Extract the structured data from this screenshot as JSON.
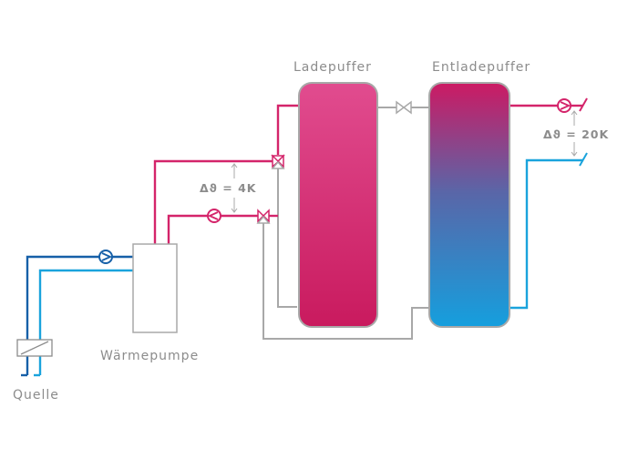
{
  "labels": {
    "charge_buffer": "Ladepuffer",
    "discharge_buffer": "Entladepuffer",
    "heat_pump": "Wärmepumpe",
    "source": "Quelle",
    "delta_charge": "Δϑ = 4K",
    "delta_discharge": "Δϑ = 20K"
  },
  "colors": {
    "pink": "#d4246a",
    "dark_blue": "#1660a8",
    "light_blue": "#1aa3dc",
    "gray_line": "#a8a8a8",
    "label_gray": "#8c8c8c",
    "tank_pink_top": "#e14c8f",
    "tank_pink_bottom": "#c91a5e",
    "tank_grad_top": "#cc1a63",
    "tank_grad_mid": "#5966a8",
    "tank_grad_bottom": "#159fde"
  },
  "icons": [
    "pump-icon",
    "three-way-valve-icon",
    "gate-valve-icon",
    "heat-exchanger-icon",
    "arrow-up-icon",
    "arrow-down-icon"
  ]
}
